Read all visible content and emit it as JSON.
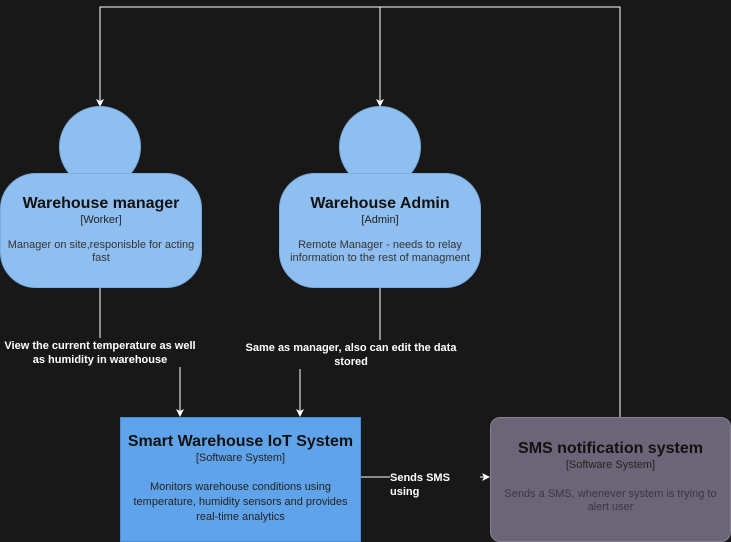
{
  "people": [
    {
      "title": "Warehouse manager",
      "tag": "[Worker]",
      "description": "Manager on site,responisble for acting fast"
    },
    {
      "title": "Warehouse Admin",
      "tag": "[Admin]",
      "description": "Remote Manager - needs to relay information to the rest of managment"
    }
  ],
  "systems": {
    "main": {
      "title": "Smart Warehouse IoT System",
      "tag": "[Software System]",
      "description": "Monitors warehouse conditions using temperature, humidity sensors and provides real-time analytics"
    },
    "sms": {
      "title": "SMS notification system",
      "tag": "[Software System]",
      "description": "Sends a SMS, whenever system is trying to alert user"
    }
  },
  "relations": {
    "manager_to_system": "View the current temperature as well as humidity in warehouse",
    "admin_to_system": "Same as manager, also can edit the data stored",
    "system_to_sms": "Sends SMS using"
  },
  "colors": {
    "person": "#8fbff0",
    "system": "#5fa4ea",
    "external_system": "#6c6577",
    "background": "#181818",
    "connector": "#ffffff"
  }
}
